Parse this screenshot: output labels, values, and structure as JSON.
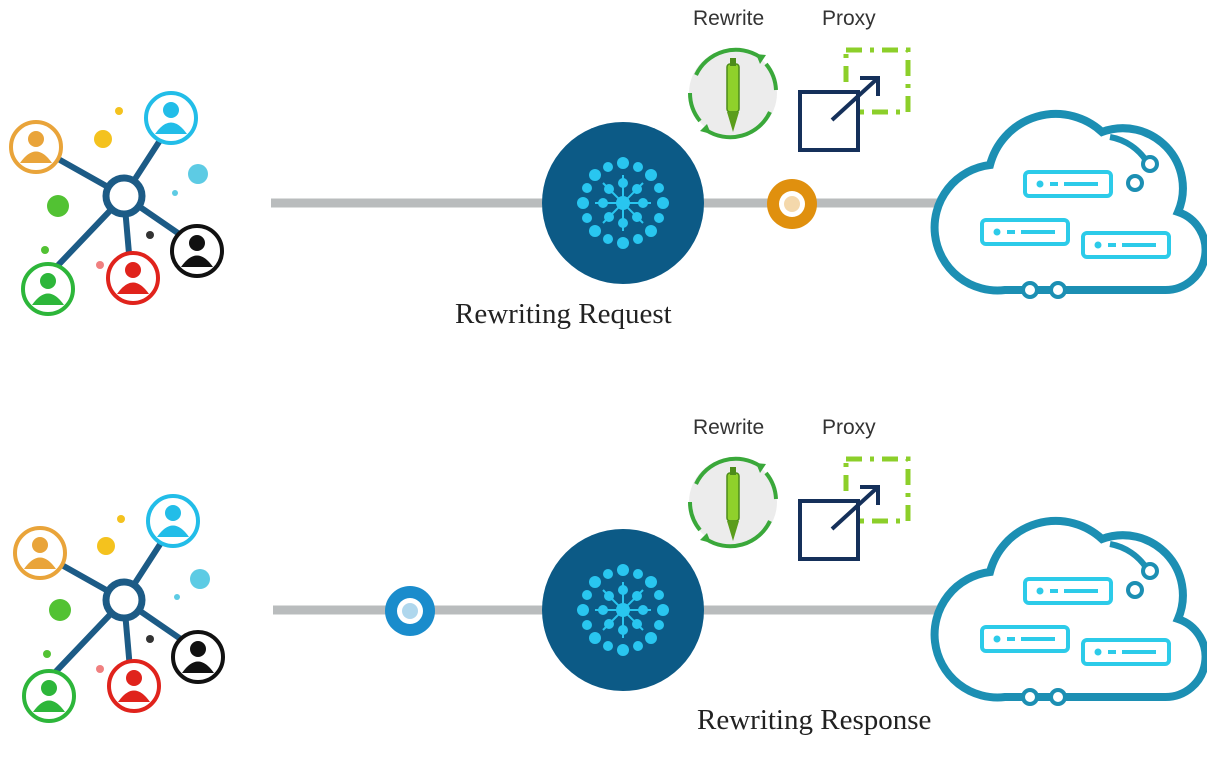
{
  "colors": {
    "hub": "#0c5a86",
    "hub_dots": "#29c6f0",
    "line": "#b9bcbd",
    "request_marker": "#e0900e",
    "response_marker": "#1a8ccc",
    "cloud": "#1c8fb3",
    "cloud_accent": "#2ccbe9",
    "rewrite": "#3aa83a",
    "proxy_box": "#15305a",
    "proxy_dashes": "#8ccf2a"
  },
  "panels": [
    {
      "id": "request",
      "rewrite_label": "Rewrite",
      "proxy_label": "Proxy",
      "caption": "Rewriting Request",
      "marker_side": "right"
    },
    {
      "id": "response",
      "rewrite_label": "Rewrite",
      "proxy_label": "Proxy",
      "caption": "Rewriting Response",
      "marker_side": "left"
    }
  ]
}
